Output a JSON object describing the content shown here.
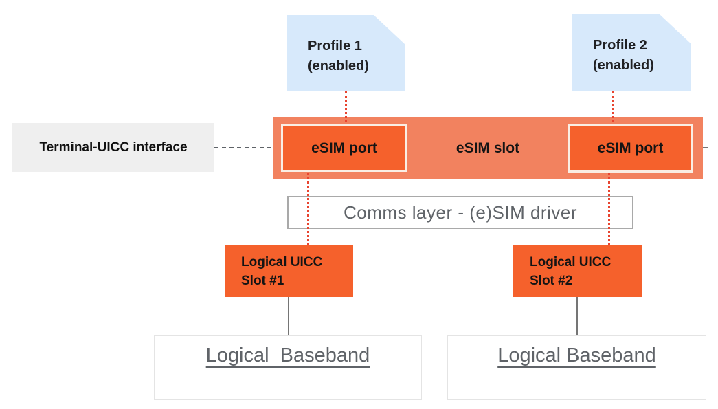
{
  "diagram": {
    "profile1": {
      "line1": "Profile 1",
      "line2": "(enabled)"
    },
    "profile2": {
      "line1": "Profile 2",
      "line2": "(enabled)"
    },
    "terminal_interface_label": "Terminal-UICC interface",
    "esim_slot_label": "eSIM slot",
    "esim_port1_label": "eSIM port",
    "esim_port2_label": "eSIM port",
    "comms_layer_label": "Comms layer - (e)SIM driver",
    "uicc_slot1": {
      "line1": "Logical UICC",
      "line2": "Slot #1"
    },
    "uicc_slot2": {
      "line1": "Logical UICC",
      "line2": "Slot #2"
    },
    "baseband1_label": "Logical  Baseband",
    "baseband2_label": "Logical Baseband",
    "colors": {
      "profile_card_blue": "#D7E9FB",
      "slot_bar_salmon": "#F2825F",
      "port_orange": "#F5612C",
      "port_border": "#FAEEE4",
      "dotted_connector_red": "#E8442F",
      "interface_label_gray_bg": "#EFEFEF",
      "muted_text_gray": "#5F6368",
      "dark_text": "#141414"
    }
  }
}
